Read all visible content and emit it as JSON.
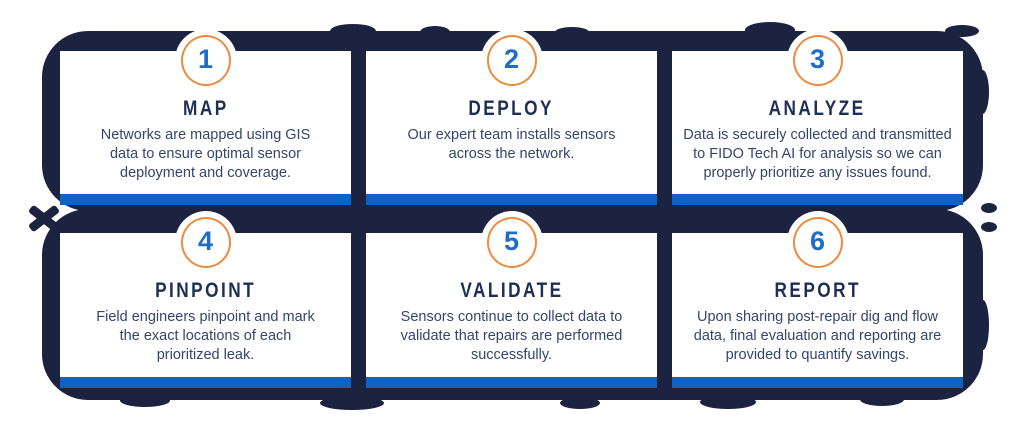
{
  "colors": {
    "navy": "#1c2341",
    "orange": "#ed8a3c",
    "number": "#1e6ec8",
    "bar": "#1161c1",
    "title": "#1d2f55",
    "body": "#33466e"
  },
  "steps": [
    {
      "number": "1",
      "title": "MAP",
      "description": "Networks are mapped using GIS\ndata to ensure optimal sensor\ndeployment and coverage."
    },
    {
      "number": "2",
      "title": "DEPLOY",
      "description": "Our expert team installs sensors\nacross the network."
    },
    {
      "number": "3",
      "title": "ANALYZE",
      "description": "Data is securely collected and transmitted\nto FIDO Tech AI for analysis so we can\nproperly prioritize any issues found."
    },
    {
      "number": "4",
      "title": "PINPOINT",
      "description": "Field engineers pinpoint and mark\nthe exact locations of each\nprioritized leak."
    },
    {
      "number": "5",
      "title": "VALIDATE",
      "description": "Sensors continue to collect data to\nvalidate that repairs are performed\nsuccessfully."
    },
    {
      "number": "6",
      "title": "REPORT",
      "description": "Upon sharing post-repair dig and flow\ndata, final evaluation and reporting are\nprovided to quantify savings."
    }
  ]
}
